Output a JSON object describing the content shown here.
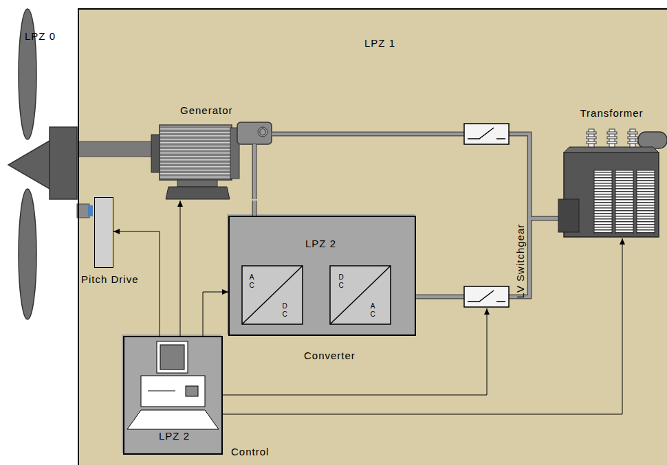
{
  "diagram": {
    "nodes": [
      {
        "text": [
          "LPZ 1"
        ]
      },
      {
        "text": [
          "Generator"
        ],
        "in": 0
      },
      {
        "text": [
          "Transformer"
        ],
        "in": 0
      },
      {
        "text": [
          "Pitch Drive"
        ],
        "in": 0
      },
      {
        "text": [
          "LPZ 2",
          "Converter"
        ],
        "in": 0
      },
      {
        "text": [
          "LPZ 2",
          "Control"
        ],
        "in": 0
      }
    ],
    "edges": [
      {
        "from": 5,
        "to": 3,
        "arrow": "to"
      },
      {
        "from": 5,
        "to": 1,
        "arrow": "to"
      },
      {
        "from": 5,
        "to": 4,
        "arrow": "to"
      },
      {
        "from": 5,
        "to": 2,
        "arrow": "to"
      },
      {
        "from": 1,
        "to": 4,
        "arrow": "none"
      }
    ],
    "labels": [
      "LPZ 0",
      "LV Switchgear",
      "A C",
      "D C",
      "D C",
      "A C"
    ]
  }
}
